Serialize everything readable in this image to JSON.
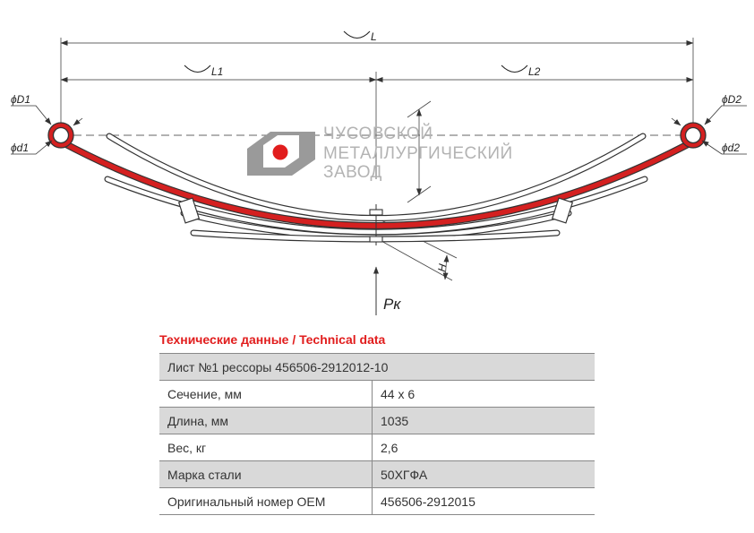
{
  "drawing": {
    "dimensions": {
      "total_length": "L",
      "left_half": "L1",
      "right_half": "L2",
      "eye_outer_left": "ϕD1",
      "eye_inner_left": "ϕd1",
      "eye_outer_right": "ϕD2",
      "eye_inner_right": "ϕd2",
      "height": "H",
      "load": "Pк"
    },
    "logo": {
      "line1": "ЧУСОВСКОЙ",
      "line2": "МЕТАЛЛУРГИЧЕСКИЙ",
      "line3": "ЗАВОД"
    },
    "colors": {
      "main_leaf": "#d42020",
      "logo_gray": "#9a9a9a",
      "logo_red": "#e11d1d"
    }
  },
  "spec": {
    "title": "Технические данные / Technical data",
    "header": "Лист №1 рессоры 456506-2912012-10",
    "rows": [
      {
        "param": "Сечение, мм",
        "value": "44 x 6"
      },
      {
        "param": "Длина, мм",
        "value": "1035"
      },
      {
        "param": "Вес, кг",
        "value": "2,6"
      },
      {
        "param": "Марка стали",
        "value": "50ХГФА"
      },
      {
        "param": "Оригинальный номер OEM",
        "value": "456506-2912015"
      }
    ]
  }
}
